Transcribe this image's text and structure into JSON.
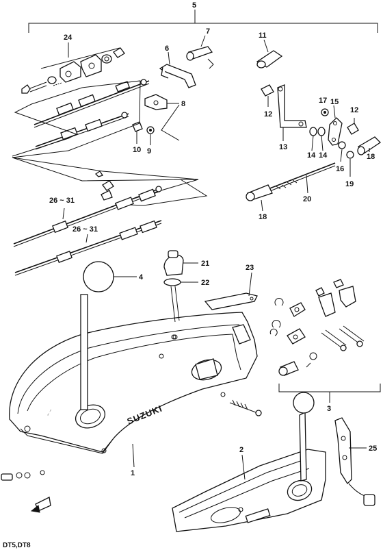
{
  "diagram": {
    "footer_code": "DT5,DT8",
    "brand_text": "SUZUKI",
    "callouts": {
      "c1": "1",
      "c2": "2",
      "c3": "3",
      "c4": "4",
      "c5": "5",
      "c6": "6",
      "c7": "7",
      "c8": "8",
      "c9": "9",
      "c10": "10",
      "c11": "11",
      "c12a": "12",
      "c12b": "12",
      "c13": "13",
      "c14a": "14",
      "c14b": "14",
      "c15": "15",
      "c16": "16",
      "c17": "17",
      "c18a": "18",
      "c18b": "18",
      "c19": "19",
      "c20": "20",
      "c21": "21",
      "c22": "22",
      "c23": "23",
      "c24": "24",
      "c25": "25",
      "c26a": "26 ~ 31",
      "c26b": "26 ~ 31"
    }
  }
}
